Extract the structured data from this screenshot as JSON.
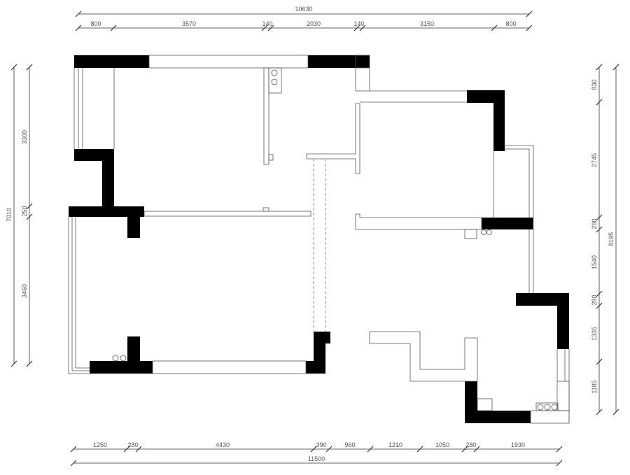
{
  "dimensions": {
    "top_overall": "10630",
    "top_segments": [
      "800",
      "3570",
      "140",
      "2030",
      "140",
      "3150",
      "800"
    ],
    "left_overall": "7010",
    "left_segments": [
      "3300",
      "250",
      "3460"
    ],
    "right_overall": "8195",
    "right_segments": [
      "830",
      "2745",
      "280",
      "1540",
      "280",
      "1335",
      "1185"
    ],
    "bottom_overall": "11500",
    "bottom_segments": [
      "1250",
      "280",
      "4430",
      "390",
      "960",
      "1210",
      "1050",
      "280",
      "1930"
    ]
  },
  "colors": {
    "wall": "#000000",
    "line": "#555555",
    "dimension": "#333333"
  }
}
